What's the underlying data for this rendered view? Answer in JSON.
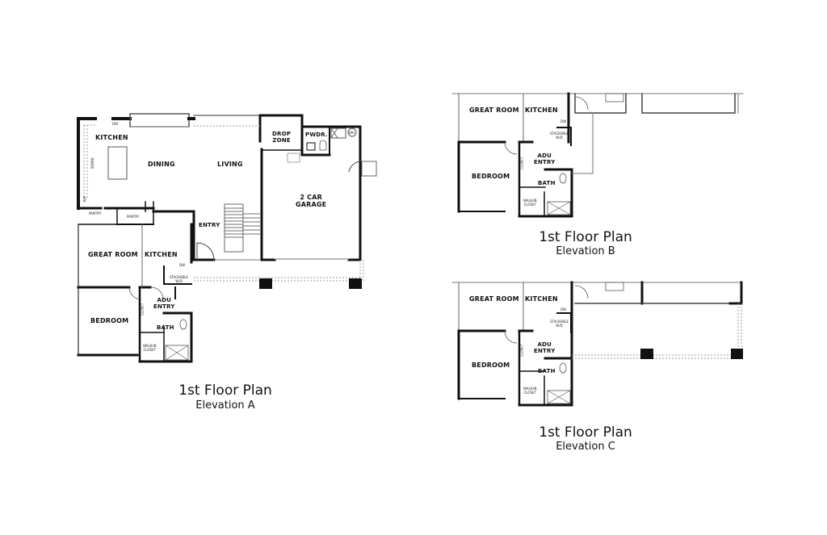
{
  "plans": [
    {
      "id": "A",
      "title": "1st Floor Plan",
      "subtitle": "Elevation A",
      "rooms": {
        "kitchen_main": "KITCHEN",
        "dining": "DINING",
        "living": "LIVING",
        "drop_zone": "DROP\nZONE",
        "powder": "PWDR.",
        "garage": "2 CAR\nGARAGE",
        "entry": "ENTRY",
        "pantry_1": "PANTRY",
        "pantry_2": "PANTRY",
        "great_room": "GREAT ROOM",
        "kitchen_adu": "KITCHEN",
        "adu_entry": "ADU\nENTRY",
        "bedroom": "BEDROOM",
        "bath": "BATH",
        "walk_in_closet": "WALK-IN\nCLOSET",
        "closet": "CLOSET",
        "stackable": "STACKABLE\nW/D",
        "dw_main": "DW",
        "dw_adu": "DW",
        "range": "RANGE",
        "ref": "REF",
        "wh": "WH"
      }
    },
    {
      "id": "B",
      "title": "1st Floor Plan",
      "subtitle": "Elevation B",
      "rooms": {
        "great_room": "GREAT ROOM",
        "kitchen_adu": "KITCHEN",
        "adu_entry": "ADU\nENTRY",
        "bedroom": "BEDROOM",
        "bath": "BATH",
        "walk_in_closet": "WALK-IN\nCLOSET",
        "closet": "CLOSET",
        "stackable": "STACKABLE\nW/D",
        "dw_adu": "DW"
      }
    },
    {
      "id": "C",
      "title": "1st Floor Plan",
      "subtitle": "Elevation C",
      "rooms": {
        "great_room": "GREAT ROOM",
        "kitchen_adu": "KITCHEN",
        "adu_entry": "ADU\nENTRY",
        "bedroom": "BEDROOM",
        "bath": "BATH",
        "walk_in_closet": "WALK-IN\nCLOSET",
        "closet": "CLOSET",
        "stackable": "STACKABLE\nW/D",
        "dw_adu": "DW"
      }
    }
  ],
  "colors": {
    "wall": "#111111",
    "thin": "#666666",
    "window": "#aaaaaa",
    "background": "#ffffff"
  }
}
